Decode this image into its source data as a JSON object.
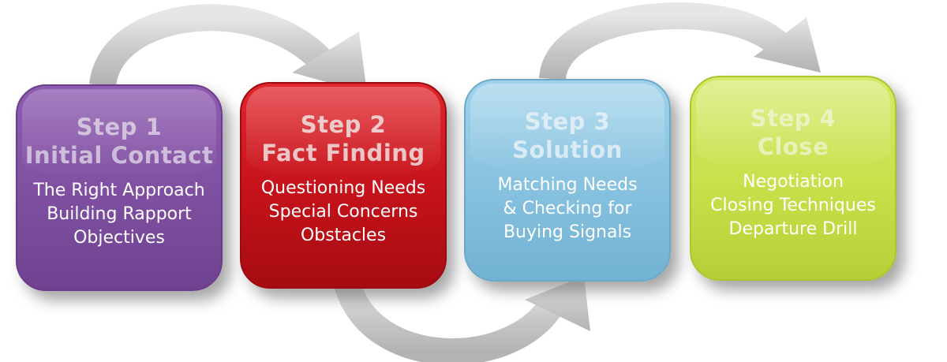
{
  "steps": [
    {
      "number": "Step 1",
      "name": "Initial Contact",
      "lines": [
        "The Right Approach",
        "Building Rapport",
        "Objectives"
      ],
      "color": "#7e4fa0"
    },
    {
      "number": "Step 2",
      "name": "Fact Finding",
      "lines": [
        "Questioning Needs",
        "Special Concerns",
        "Obstacles"
      ],
      "color": "#c4121a"
    },
    {
      "number": "Step 3",
      "name": "Solution",
      "lines": [
        "Matching Needs",
        "& Checking for",
        "Buying Signals"
      ],
      "color": "#86c1df"
    },
    {
      "number": "Step 4",
      "name": "Close",
      "lines": [
        "Negotiation",
        "Closing Techniques",
        "Departure Drill"
      ],
      "color": "#c9df4a"
    }
  ],
  "arrow_color": "#c8c8c8"
}
